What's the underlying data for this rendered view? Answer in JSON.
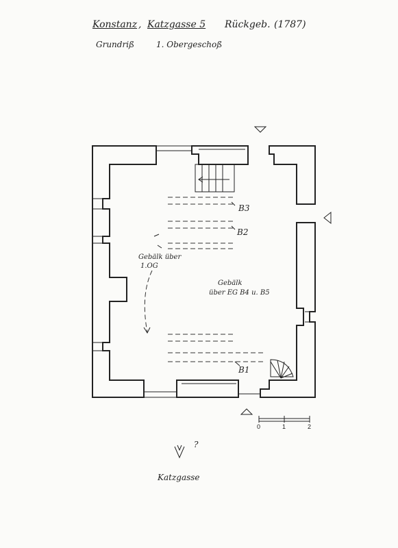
{
  "header": {
    "place": "Konstanz",
    "street": "Katzgasse 5",
    "building": "Rückgeb.",
    "year": "(1787)",
    "plan_type": "Grundriß",
    "floor": "1. Obergeschoß"
  },
  "labels": {
    "beam_1og_line1": "Gebälk über",
    "beam_1og_line2": "1.OG",
    "beam_eg_line1": "Gebälk",
    "beam_eg_line2": "über EG B4 u. B5",
    "b1": "B1",
    "b2": "B2",
    "b3": "B3",
    "street_name": "Katzgasse",
    "question_mark": "?"
  },
  "scale": {
    "ticks": [
      "0",
      "1",
      "2"
    ]
  }
}
